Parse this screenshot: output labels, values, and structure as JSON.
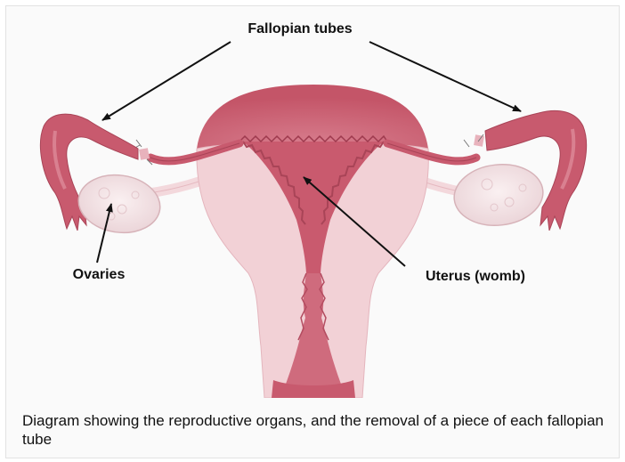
{
  "labels": {
    "fallopian_tubes": "Fallopian tubes",
    "ovaries": "Ovaries",
    "uterus": "Uterus (womb)"
  },
  "caption": "Diagram showing the reproductive organs, and the removal of a piece of each fallopian tube",
  "colors": {
    "tissue_dark": "#c85a6e",
    "tissue_mid": "#d97e8e",
    "tissue_light": "#f2d1d6",
    "ovary": "#f1dde0",
    "arrow": "#111111"
  }
}
